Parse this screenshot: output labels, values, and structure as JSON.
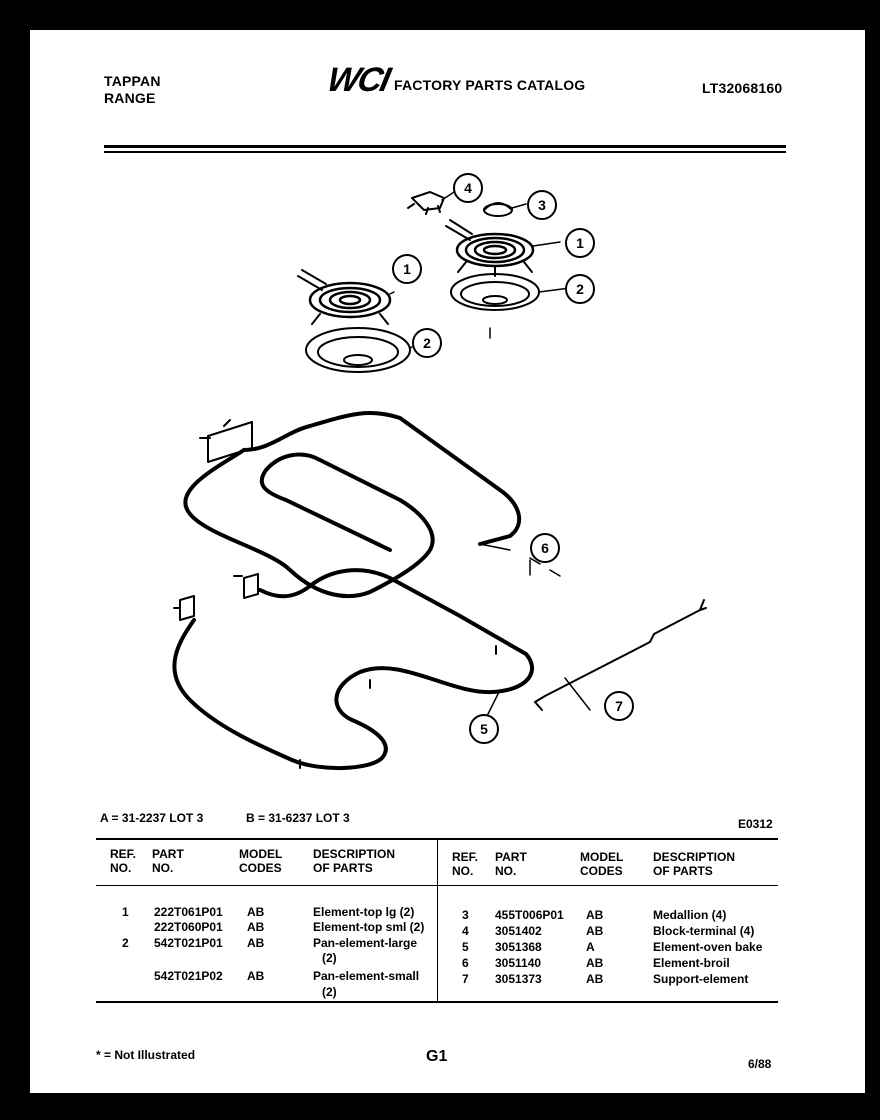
{
  "header": {
    "brand_line1": "TAPPAN",
    "brand_line2": "RANGE",
    "logo": "WCI",
    "catalog_title": "FACTORY PARTS CATALOG",
    "catalog_number": "LT32068160"
  },
  "diagram": {
    "callouts": [
      "4",
      "3",
      "1",
      "1",
      "2",
      "2",
      "6",
      "5",
      "7"
    ]
  },
  "model_codes": {
    "a": "A = 31-2237 LOT 3",
    "b": "B = 31-6237 LOT 3",
    "code": "E0312"
  },
  "table_headers": {
    "ref": [
      "REF.",
      "NO."
    ],
    "part": [
      "PART",
      "NO."
    ],
    "model": [
      "MODEL",
      "CODES"
    ],
    "desc": [
      "DESCRIPTION",
      "OF PARTS"
    ]
  },
  "parts_left": [
    {
      "ref": "1",
      "part": "222T061P01",
      "codes": "AB",
      "desc": "Element-top lg (2)"
    },
    {
      "ref": "",
      "part": "222T060P01",
      "codes": "AB",
      "desc": "Element-top sml (2)"
    },
    {
      "ref": "2",
      "part": "542T021P01",
      "codes": "AB",
      "desc": "Pan-element-large"
    },
    {
      "ref": "",
      "part": "",
      "codes": "",
      "desc": "(2)"
    },
    {
      "ref": "",
      "part": "542T021P02",
      "codes": "AB",
      "desc": "Pan-element-small"
    },
    {
      "ref": "",
      "part": "",
      "codes": "",
      "desc": "(2)"
    }
  ],
  "parts_right": [
    {
      "ref": "3",
      "part": "455T006P01",
      "codes": "AB",
      "desc": "Medallion (4)"
    },
    {
      "ref": "4",
      "part": "3051402",
      "codes": "AB",
      "desc": "Block-terminal (4)"
    },
    {
      "ref": "5",
      "part": "3051368",
      "codes": "A",
      "desc": "Element-oven bake"
    },
    {
      "ref": "6",
      "part": "3051140",
      "codes": "AB",
      "desc": "Element-broil"
    },
    {
      "ref": "7",
      "part": "3051373",
      "codes": "AB",
      "desc": "Support-element"
    }
  ],
  "footer": {
    "note": "* = Not Illustrated",
    "page": "G1",
    "date": "6/88"
  }
}
